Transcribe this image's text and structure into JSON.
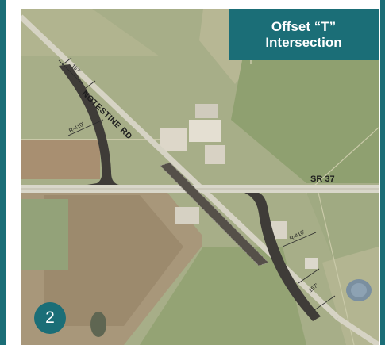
{
  "title": {
    "line1": "Offset “T”",
    "line2": "Intersection"
  },
  "roads": {
    "notestine": "NOTESTINE RD",
    "sr37": "SR 37"
  },
  "dimensions": {
    "left_taper": "157'",
    "left_radius": "R-410'",
    "right_radius": "R-410'",
    "right_taper": "157'"
  },
  "badge": "2",
  "colors": {
    "accent": "#1b6e77",
    "new_road": "#3f3c38",
    "field": "#a9b08a"
  }
}
